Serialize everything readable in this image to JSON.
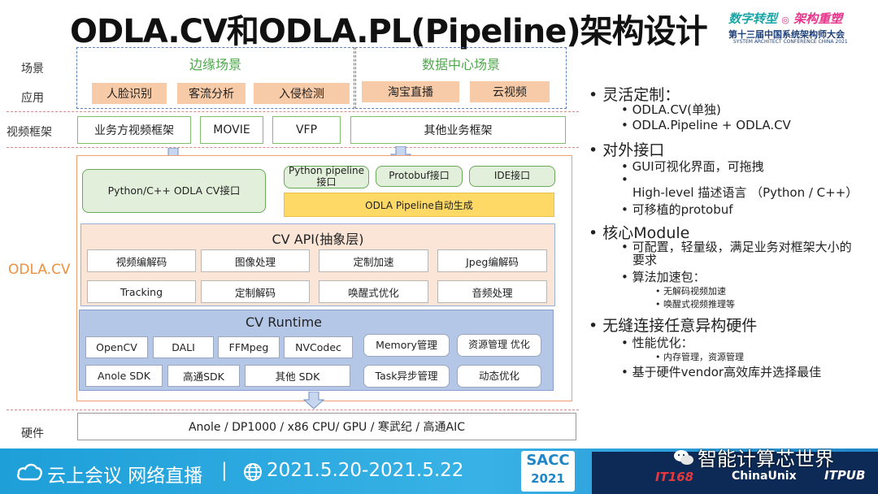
{
  "title": "ODLA.CV和ODLA.PL(Pipeline)架构设计",
  "conference": {
    "slogan_a": "数字转型",
    "slogan_b": "架构重塑",
    "line2": "第十三届中国系统架构师大会",
    "line3": "SYSTEM ARCHITECT CONFERENCE CHINA 2021"
  },
  "row_labels": {
    "scene": "场景",
    "app": "应用",
    "video_fw": "视频框架",
    "odla": "ODLA.CV",
    "hw": "硬件"
  },
  "scenes": {
    "edge": {
      "title": "边缘场景",
      "apps": [
        "人脸识别",
        "客流分析",
        "入侵检测"
      ]
    },
    "dc": {
      "title": "数据中心场景",
      "apps": [
        "淘宝直播",
        "云视频"
      ]
    }
  },
  "frameworks": [
    "业务方视频框架",
    "MOVIE",
    "VFP",
    "其他业务框架"
  ],
  "interfaces": {
    "python_cv": "Python/C++ ODLA CV接口",
    "python_pipeline": "Python pipeline 接口",
    "protobuf": "Protobuf接口",
    "ide": "IDE接口",
    "pipeline_gen": "ODLA Pipeline自动生成"
  },
  "cv_api": {
    "title": "CV API(抽象层)",
    "items": [
      "视频编解码",
      "图像处理",
      "定制加速",
      "Jpeg编解码",
      "Tracking",
      "定制解码",
      "唤醒式优化",
      "音频处理"
    ]
  },
  "cv_runtime": {
    "title": "CV Runtime",
    "libs": [
      "OpenCV",
      "DALI",
      "FFMpeg",
      "NVCodec",
      "Anole SDK",
      "高通SDK",
      "其他 SDK"
    ],
    "mgmt": [
      "Memory管理",
      "资源管理 优化",
      "Task异步管理",
      "动态优化"
    ]
  },
  "hardware": "Anole / DP1000 / x86 CPU/ GPU / 寒武纪 / 高通AIC",
  "bullets": [
    {
      "text": "灵活定制：",
      "subs": [
        {
          "text": "ODLA.CV(单独)"
        },
        {
          "text": "ODLA.Pipeline + ODLA.CV"
        }
      ]
    },
    {
      "text": "对外接口",
      "subs": [
        {
          "text": "GUI可视化界面，可拖拽"
        },
        {
          "text": "High-level 描述语言 （Python / C++）"
        },
        {
          "text": "可移植的protobuf"
        }
      ]
    },
    {
      "text": "核心Module",
      "subs": [
        {
          "text": "可配置，轻量级，满足业务对框架大小的要求"
        },
        {
          "text": "算法加速包：",
          "subs": [
            "无解码视频加速",
            "唤醒式视频推理等"
          ]
        }
      ]
    },
    {
      "text": "无缝连接任意异构硬件",
      "subs": [
        {
          "text": "性能优化：",
          "subs": [
            "内存管理，资源管理"
          ]
        },
        {
          "text": "基于硬件vendor高效库并选择最佳"
        }
      ]
    }
  ],
  "footer": {
    "live": "云上会议 网络直播",
    "sep": "|",
    "dates": "2021.5.20-2021.5.22",
    "sacc": "SACC",
    "year": "2021",
    "wechat": "智能计算芯世界",
    "sponsor1": "IT168",
    "sponsor2": "ChinaUnix",
    "sponsor3": "ITPUB"
  },
  "colors": {
    "accent_green": "#4fa84b",
    "orange_box": "#f8cba8",
    "runtime_blue": "#b4c7e7",
    "footer_blue": "#1e9fd8",
    "odla_label": "#f0903c"
  }
}
